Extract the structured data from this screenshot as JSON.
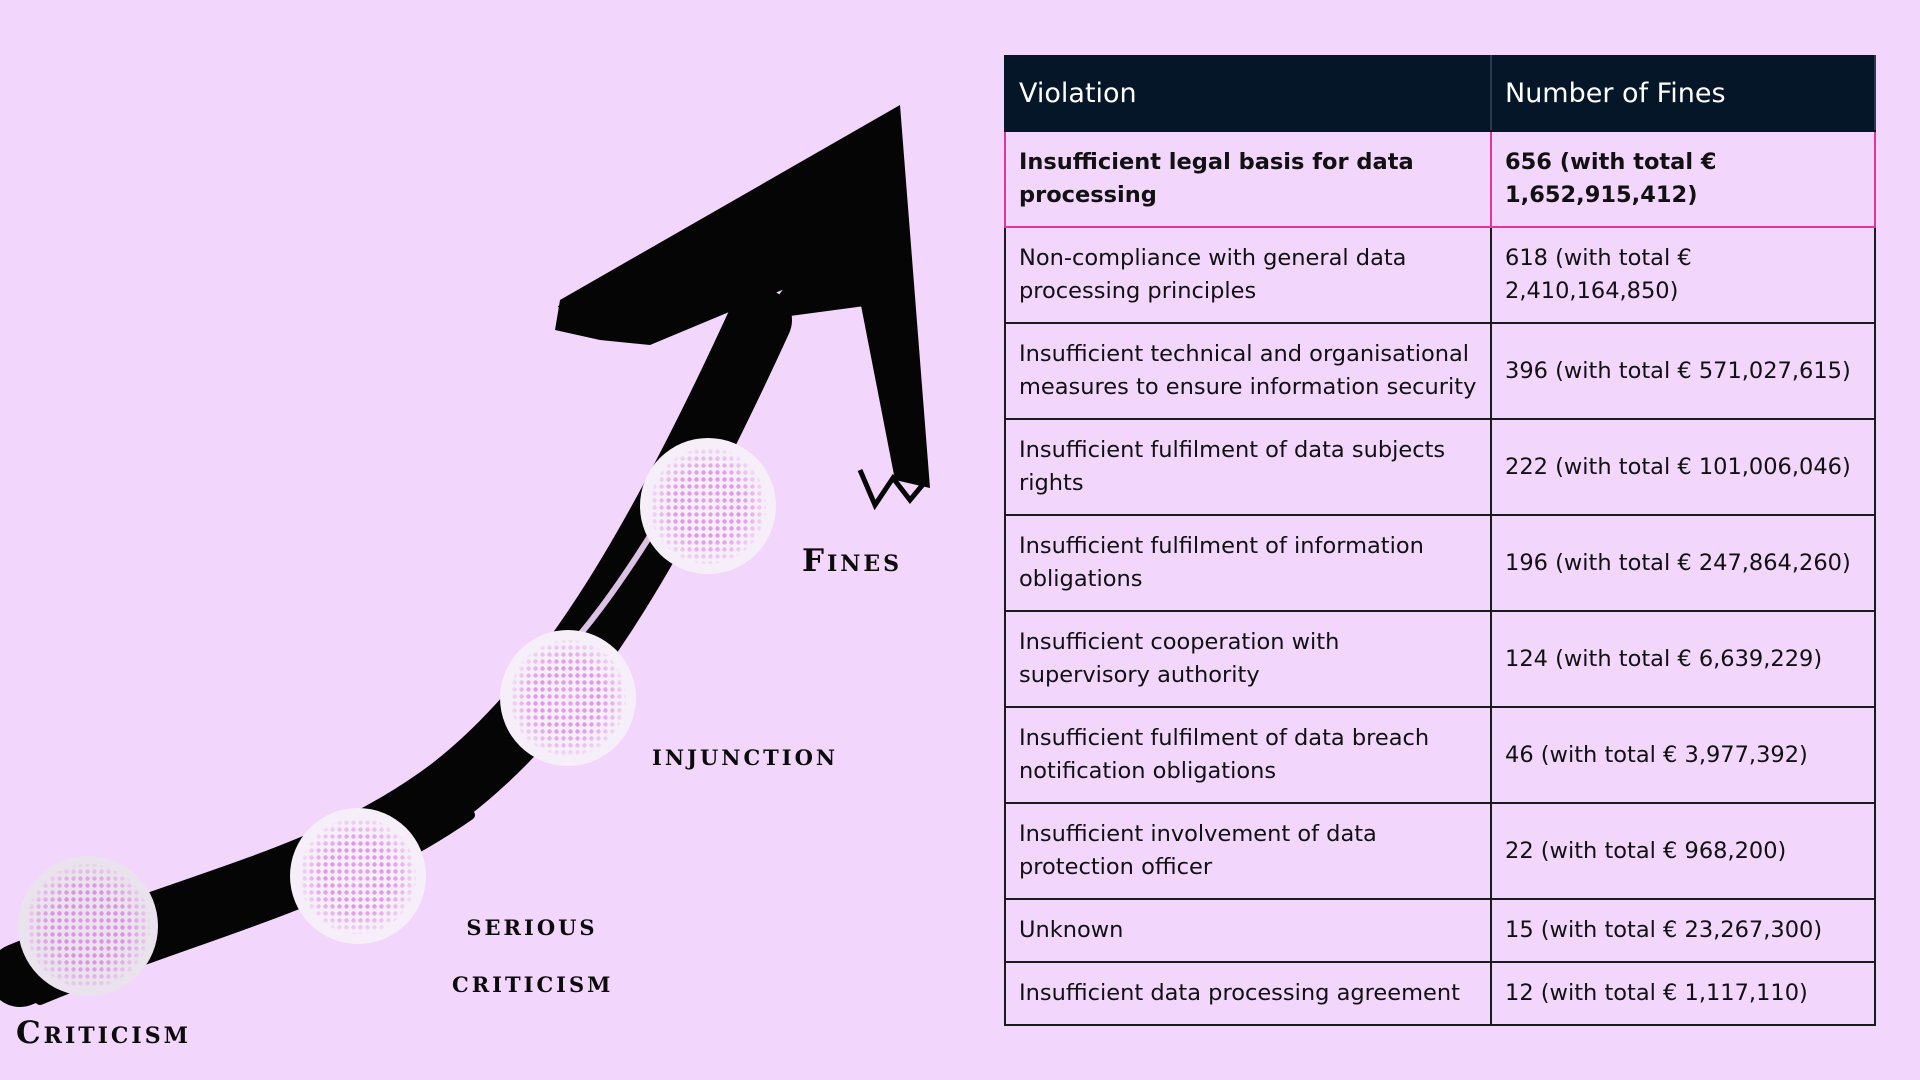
{
  "stages": {
    "criticism": "Criticism",
    "serious_criticism_line1": "serious",
    "serious_criticism_line2": "criticism",
    "injunction": "injunction",
    "fines": "Fines"
  },
  "table": {
    "headers": [
      "Violation",
      "Number of Fines"
    ],
    "rows": [
      {
        "violation": "Insufficient legal basis for data processing",
        "fines": "656 (with total € 1,652,915,412)",
        "highlight": true
      },
      {
        "violation": "Non-compliance with general data processing principles",
        "fines": "618 (with total € 2,410,164,850)"
      },
      {
        "violation": "Insufficient technical and organisational measures to ensure information security",
        "fines": "396 (with total € 571,027,615)"
      },
      {
        "violation": "Insufficient fulfilment of data subjects rights",
        "fines": "222 (with total € 101,006,046)"
      },
      {
        "violation": "Insufficient fulfilment of information obligations",
        "fines": "196 (with total € 247,864,260)"
      },
      {
        "violation": "Insufficient cooperation with supervisory authority",
        "fines": "124 (with total € 6,639,229)"
      },
      {
        "violation": "Insufficient fulfilment of data breach notification obligations",
        "fines": "46 (with total € 3,977,392)"
      },
      {
        "violation": "Insufficient involvement of data protection officer",
        "fines": "22 (with total € 968,200)"
      },
      {
        "violation": "Unknown",
        "fines": "15 (with total € 23,267,300)"
      },
      {
        "violation": "Insufficient data processing agreement",
        "fines": "12 (with total € 1,117,110)"
      }
    ]
  },
  "colors": {
    "background": "#f3d6fc",
    "header_bg": "#061629",
    "highlight_border": "#e0379a",
    "dot_color": "#d94fe6"
  }
}
